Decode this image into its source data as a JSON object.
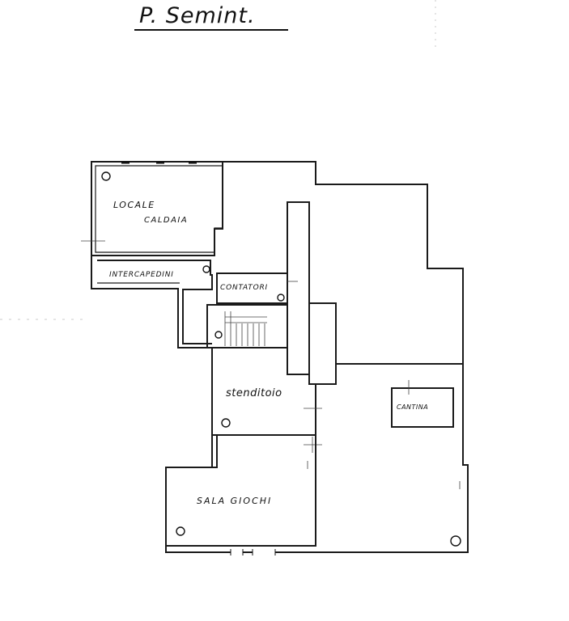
{
  "title": "P. Semint.",
  "rooms": {
    "locale_caldaia_line1": "LOCALE",
    "locale_caldaia_line2": "CALDAIA",
    "intercapedini": "INTERCAPEDINI",
    "contatori": "CONTATORI",
    "stenditoio": "stenditoio",
    "cantina": "CANTINA",
    "sala_giochi": "SALA GIOCHI"
  },
  "colors": {
    "ink": "#1a1a1a",
    "paper": "#ffffff"
  }
}
